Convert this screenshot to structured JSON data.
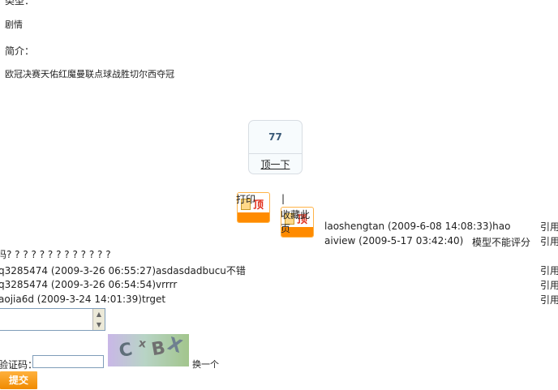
{
  "info": {
    "type_label": "类型：",
    "genre": "剧情",
    "intro_label": "简介：",
    "intro_text": "欧冠决赛天佑红魔曼联点球战胜切尔西夺冠"
  },
  "vote": {
    "count": "77",
    "link_label": "顶一下"
  },
  "actions": {
    "print_label": "打印",
    "separator": "|",
    "favorite_label_line1": "收藏此",
    "favorite_label_line2": "页",
    "ding_char": "顶"
  },
  "comments": [
    {
      "text": "laoshengtan (2009-6-08 14:08:33)hao",
      "quote": "引用"
    },
    {
      "text": "aiview (2009-5-17 03:42:40)",
      "extra": "模型不能评分",
      "quote": "引用"
    },
    {
      "text": "q3285474 (2009-3-26 06:55:27)asdasdadbucu不错",
      "quote": "引用"
    },
    {
      "text": "q3285474 (2009-3-26 06:54:54)vrrrr",
      "quote": "引用"
    },
    {
      "text": "aojia6d (2009-3-24 14:01:39)trget",
      "quote": "引用"
    }
  ],
  "question_marks": "吗? ? ? ? ? ? ? ? ? ? ? ? ?",
  "form": {
    "captcha_label": "验证码：",
    "captcha_value": "",
    "captcha_chars": [
      "C",
      "x",
      "B",
      "X"
    ],
    "refresh_label": "换一个",
    "submit_label": "提交"
  },
  "colors": {
    "accent_orange": "#ff8b00",
    "vote_number": "#3a5a78"
  }
}
